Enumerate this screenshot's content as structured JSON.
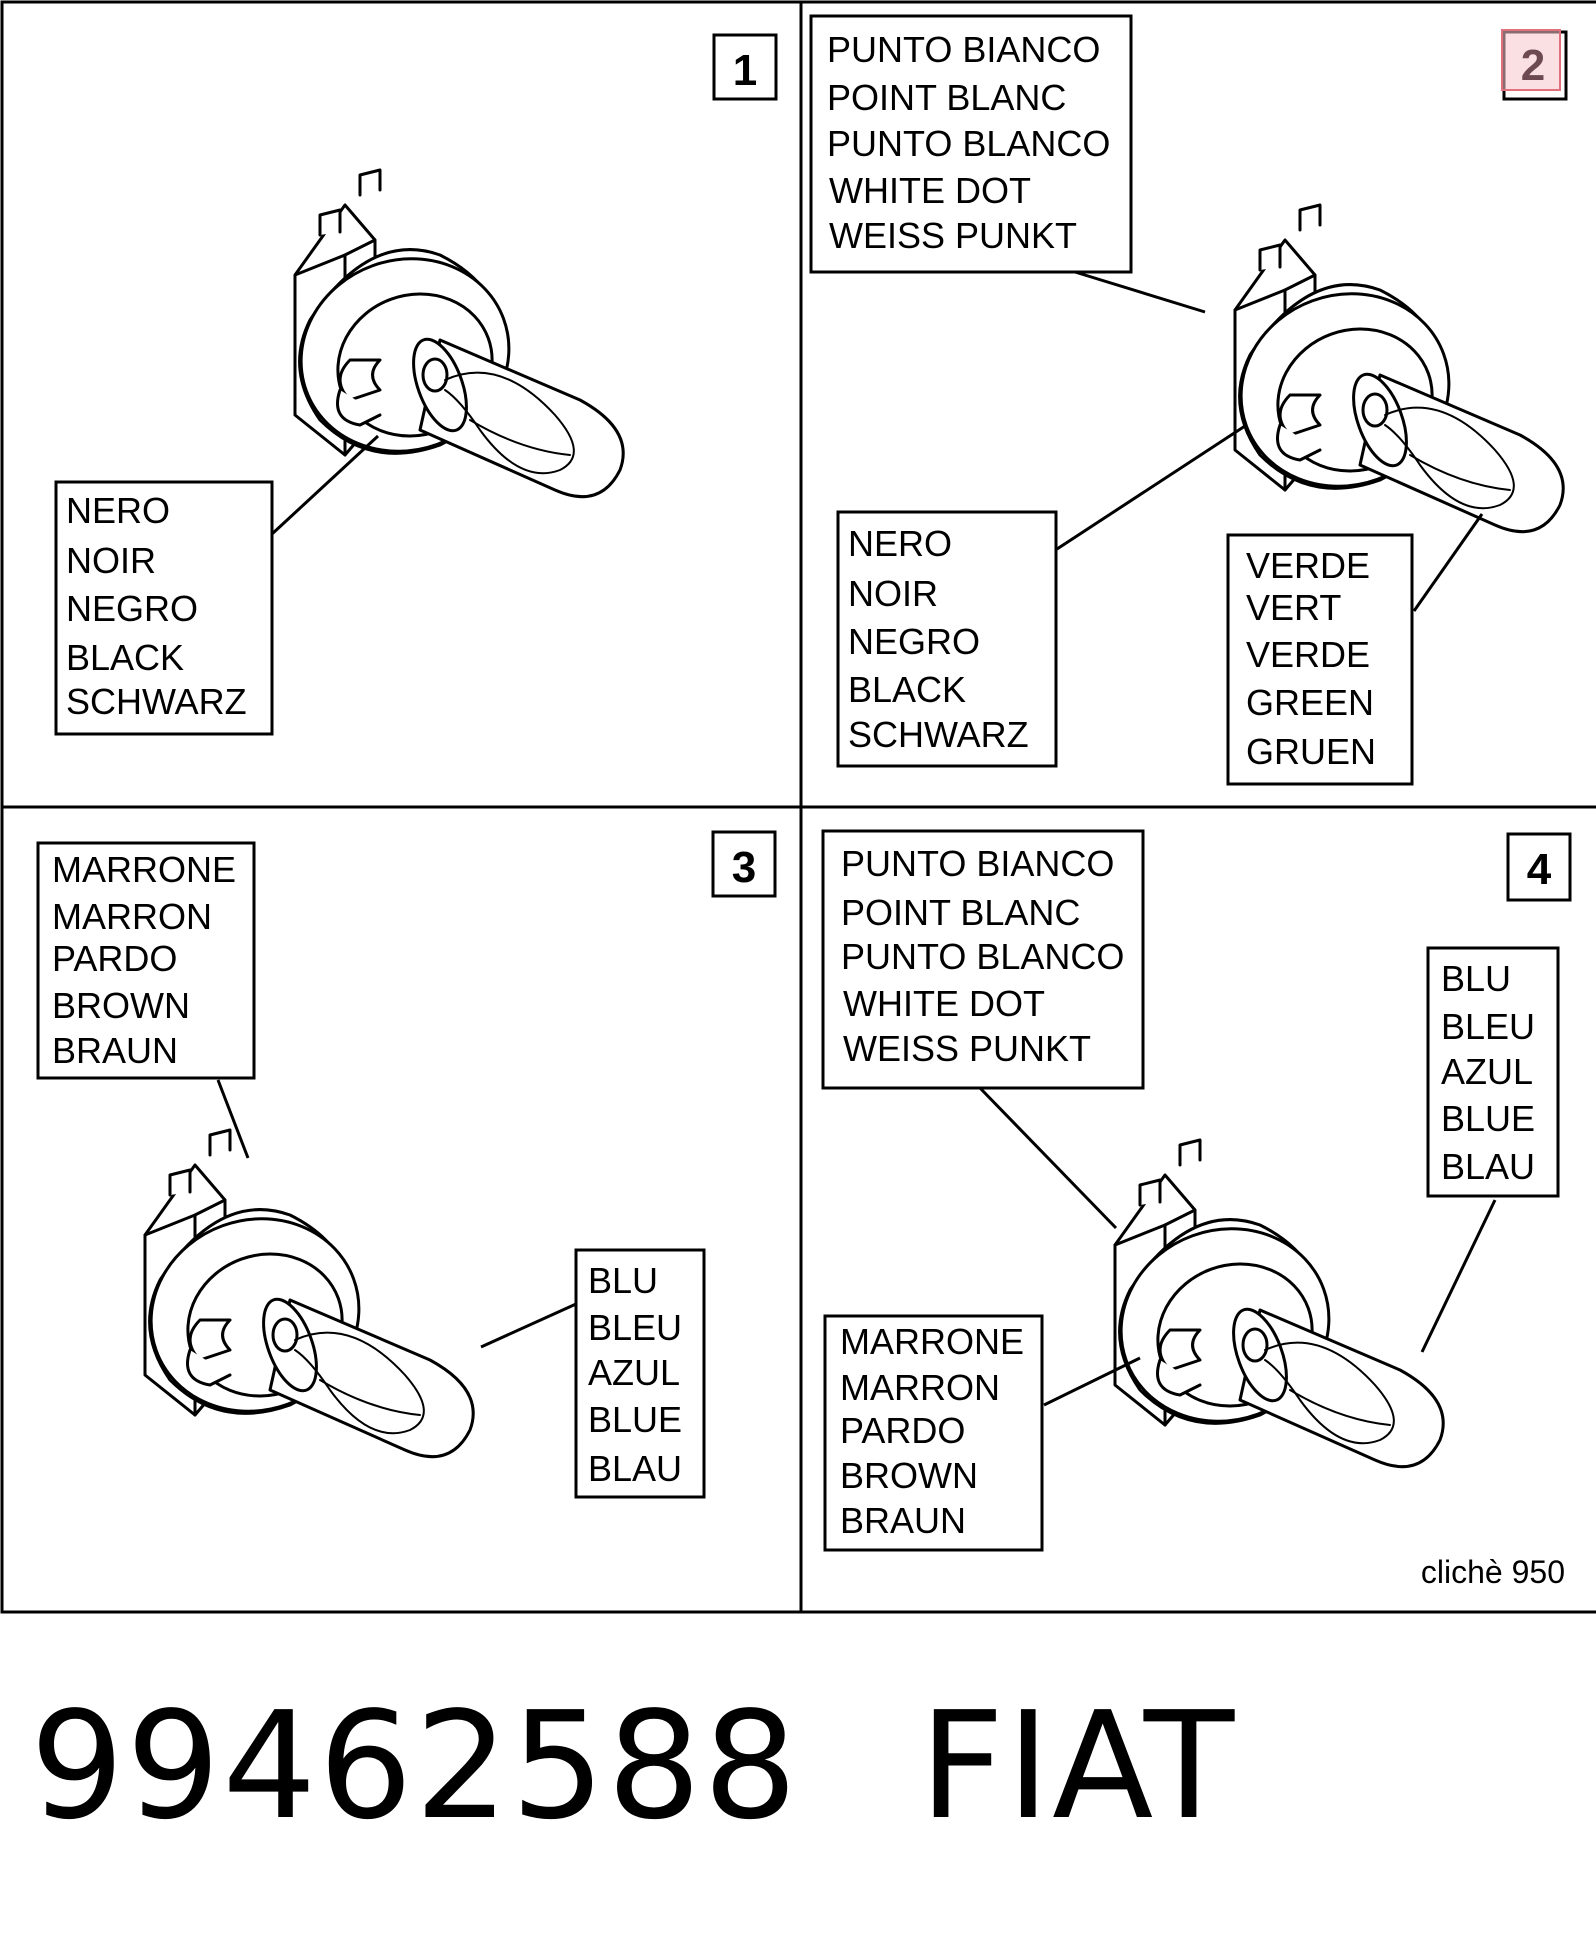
{
  "panels": [
    {
      "number": "1",
      "labels": [
        {
          "lines": [
            "NERO",
            "NOIR",
            "NEGRO",
            "BLACK",
            "SCHWARZ"
          ]
        }
      ]
    },
    {
      "number": "2",
      "labels": [
        {
          "lines": [
            "PUNTO BIANCO",
            "POINT BLANC",
            "PUNTO BLANCO",
            "WHITE DOT",
            "WEISS PUNKT"
          ]
        },
        {
          "lines": [
            "NERO",
            "NOIR",
            "NEGRO",
            "BLACK",
            "SCHWARZ"
          ]
        },
        {
          "lines": [
            "VERDE",
            "VERT",
            "VERDE",
            "GREEN",
            "GRUEN"
          ]
        }
      ]
    },
    {
      "number": "3",
      "labels": [
        {
          "lines": [
            "MARRONE",
            "MARRON",
            "PARDO",
            "BROWN",
            "BRAUN"
          ]
        },
        {
          "lines": [
            "BLU",
            "BLEU",
            "AZUL",
            "BLUE",
            "BLAU"
          ]
        }
      ]
    },
    {
      "number": "4",
      "labels": [
        {
          "lines": [
            "PUNTO BIANCO",
            "POINT BLANC",
            "PUNTO BLANCO",
            "WHITE DOT",
            "WEISS PUNKT"
          ]
        },
        {
          "lines": [
            "BLU",
            "BLEU",
            "AZUL",
            "BLUE",
            "BLAU"
          ]
        },
        {
          "lines": [
            "MARRONE",
            "MARRON",
            "PARDO",
            "BROWN",
            "BRAUN"
          ]
        }
      ]
    }
  ],
  "cliche": "clichè 950",
  "footer": {
    "part_number": "99462588",
    "brand": "FIAT"
  },
  "colors": {
    "line": "#000000",
    "background": "#ffffff",
    "highlight_fill": "#f7c6cc",
    "highlight_border": "#e0707e",
    "highlight_text": "#6d4a52"
  }
}
